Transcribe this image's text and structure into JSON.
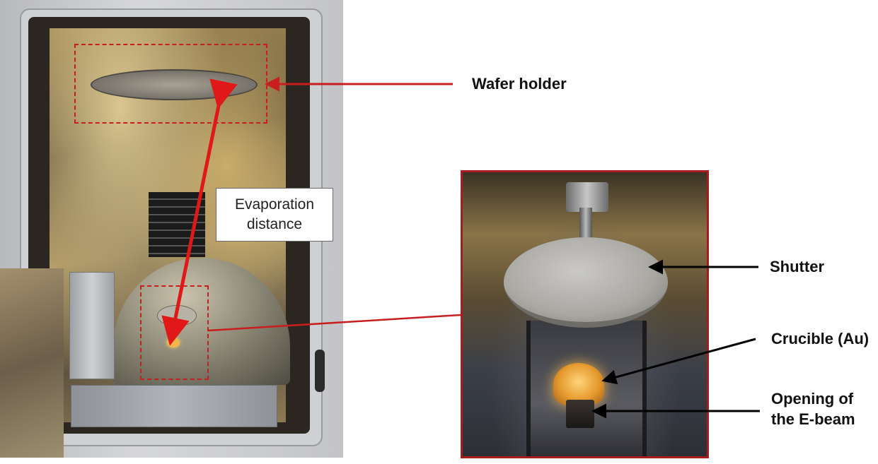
{
  "labels": {
    "wafer_holder": "Wafer holder",
    "evaporation_line1": "Evaporation",
    "evaporation_line2": "distance",
    "shutter": "Shutter",
    "crucible": "Crucible (Au)",
    "opening_line1": "Opening of",
    "opening_line2": "the E-beam"
  },
  "colors": {
    "annotation_red": "#c81e1e",
    "zoom_border": "#a71d1d",
    "arrow_black": "#000000"
  }
}
